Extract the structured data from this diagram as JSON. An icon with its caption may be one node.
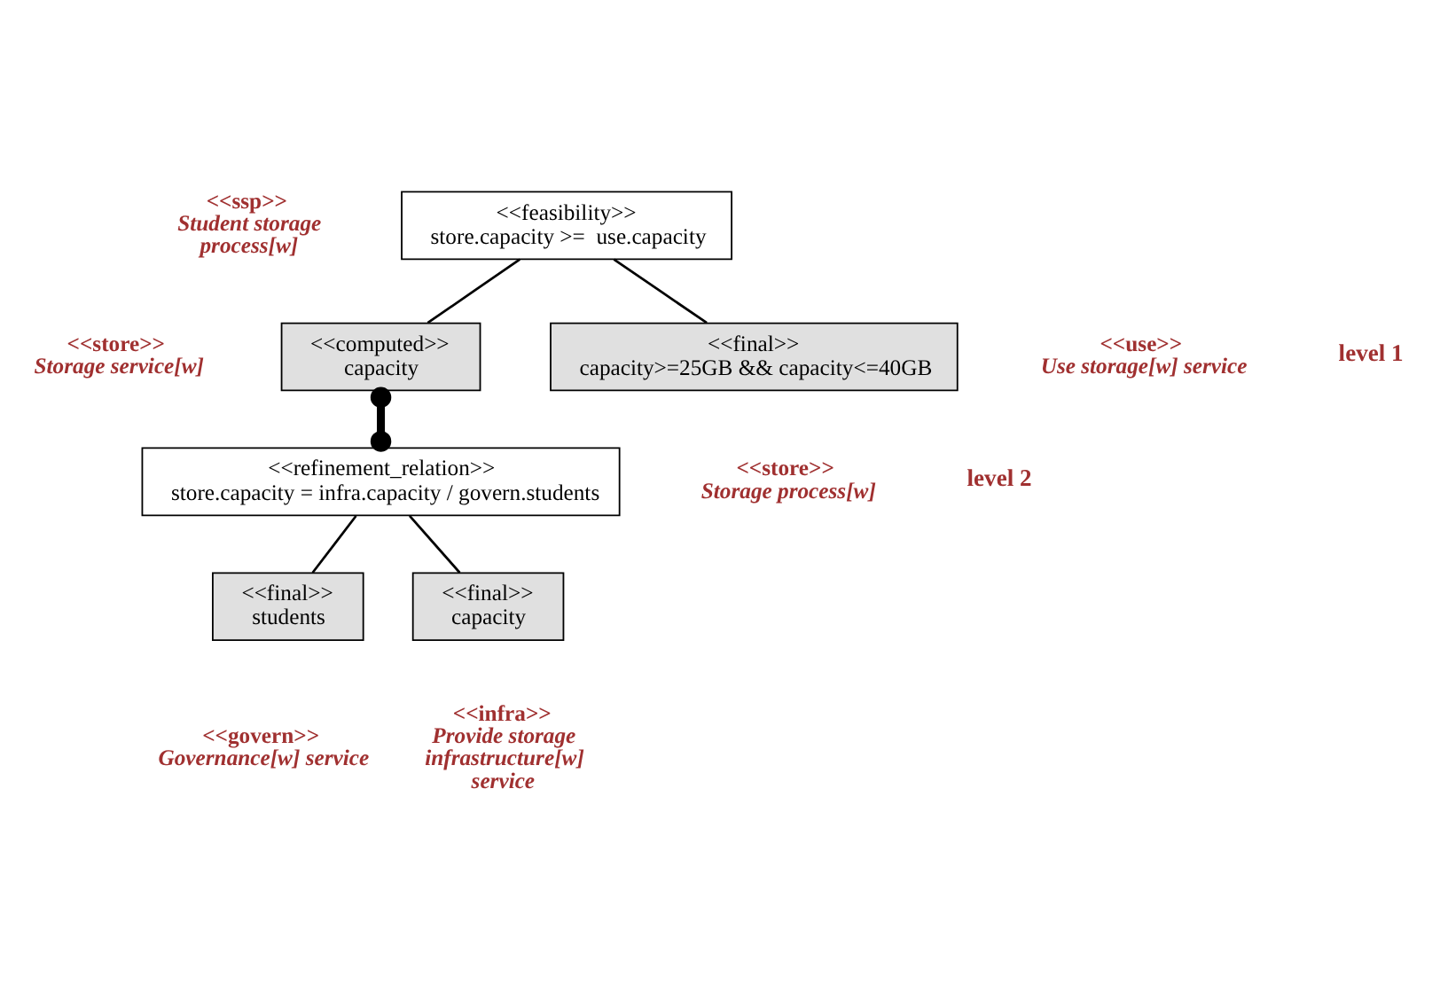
{
  "diagram": {
    "nodes": [
      {
        "text": [
          "<<feasibility>> store.capacity >=  use.capacity"
        ],
        "beside": [
          "<<ssp>>",
          "Student storage process[w]"
        ]
      },
      {
        "text": [
          "<<computed>> capacity"
        ],
        "beside": [
          "<<store>>",
          "Storage service[w]"
        ]
      },
      {
        "text": [
          "<<final>> capacity>=25GB && capacity<=40GB"
        ],
        "beside": [
          "<<use>>",
          "Use storage[w] service"
        ]
      },
      {
        "text": [
          "<<refinement_relation>> store.capacity = infra.capacity / govern.students"
        ],
        "beside": [
          "<<store>>",
          "Storage process[w]"
        ]
      },
      {
        "text": [
          "<<final>> students"
        ],
        "beside": [
          "<<govern>>",
          "Governance[w] service"
        ]
      },
      {
        "text": [
          "<<final>> capacity"
        ],
        "beside": [
          "<<infra>>",
          "Provide storage infrastructure[w] service"
        ]
      }
    ],
    "edges": [
      {
        "from": 0,
        "to": 1,
        "arrow": "none"
      },
      {
        "from": 0,
        "to": 2,
        "arrow": "none"
      },
      {
        "from": 1,
        "to": 3,
        "arrow": "other",
        "style": "thick"
      },
      {
        "from": 3,
        "to": 4,
        "arrow": "none"
      },
      {
        "from": 3,
        "to": 5,
        "arrow": "none"
      }
    ],
    "labels": [
      "level 1",
      "level 2"
    ]
  }
}
